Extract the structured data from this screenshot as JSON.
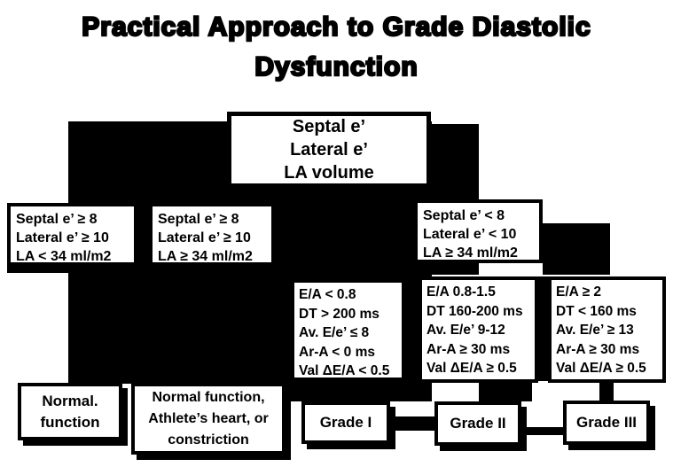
{
  "title": {
    "line1": "Practical Approach to Grade Diastolic",
    "line2": "Dysfunction"
  },
  "colors": {
    "ink": "#000000",
    "paper": "#ffffff"
  },
  "flowchart": {
    "root": {
      "lines": [
        "Septal e’",
        "Lateral e’",
        "LA volume"
      ]
    },
    "branches": [
      {
        "id": "normal-la-normal",
        "lines": [
          "Septal e’ ≥ 8",
          "Lateral e’ ≥ 10",
          "LA < 34 ml/m2"
        ]
      },
      {
        "id": "normal-la-dilated",
        "lines": [
          "Septal e’ ≥ 8",
          "Lateral e’ ≥ 10",
          "LA ≥ 34 ml/m2"
        ]
      },
      {
        "id": "reduced-e-prime",
        "lines": [
          "Septal e’ < 8",
          "Lateral e’ < 10",
          "LA ≥ 34 ml/m2"
        ]
      }
    ],
    "criteria": [
      {
        "id": "grade-1-criteria",
        "lines": [
          "E/A < 0.8",
          "DT > 200 ms",
          "Av. E/e’ ≤ 8",
          "Ar-A < 0 ms",
          "Val ΔE/A < 0.5"
        ]
      },
      {
        "id": "grade-2-criteria",
        "lines": [
          "E/A 0.8-1.5",
          "DT 160-200 ms",
          "Av. E/e’ 9-12",
          "Ar-A ≥ 30 ms",
          "Val ΔE/A ≥ 0.5"
        ]
      },
      {
        "id": "grade-3-criteria",
        "lines": [
          "E/A ≥ 2",
          "DT < 160 ms",
          "Av. E/e’ ≥ 13",
          "Ar-A ≥ 30 ms",
          "Val ΔE/A ≥ 0.5"
        ]
      }
    ],
    "outcomes": [
      {
        "id": "normal-function",
        "lines": [
          "Normal.",
          "function"
        ]
      },
      {
        "id": "normal-athlete-constriction",
        "lines": [
          "Normal function,",
          "Athlete’s heart, or",
          "constriction"
        ]
      },
      {
        "id": "grade-1",
        "label": "Grade I"
      },
      {
        "id": "grade-2",
        "label": "Grade II"
      },
      {
        "id": "grade-3",
        "label": "Grade III"
      }
    ]
  }
}
